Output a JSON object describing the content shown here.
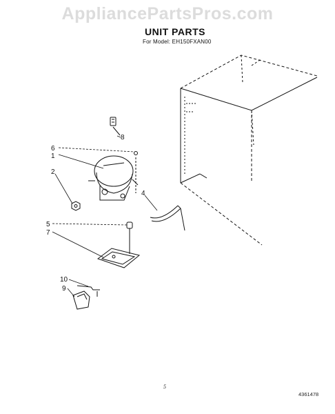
{
  "watermark": "AppliancePartsPros.com",
  "header": {
    "title": "UNIT PARTS",
    "subtitle": "For Model: EH150FXAN00"
  },
  "footer": {
    "page_number": "5",
    "part_id": "4361478"
  },
  "callouts": [
    "1",
    "2",
    "4",
    "5",
    "6",
    "7",
    "8",
    "9",
    "10"
  ]
}
